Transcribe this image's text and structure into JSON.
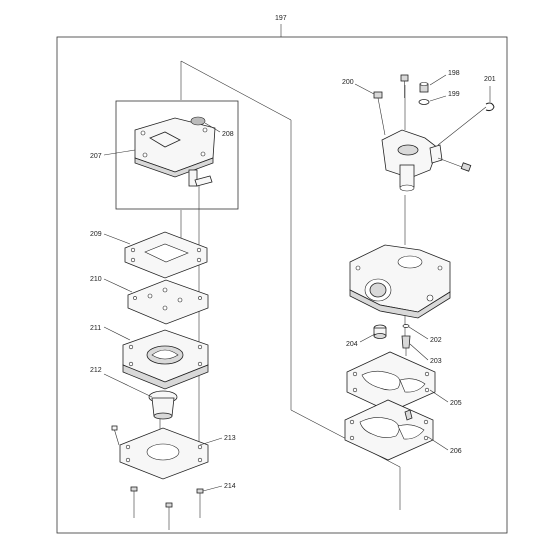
{
  "labels": {
    "l197": "197",
    "l198": "198",
    "l199": "199",
    "l200": "200",
    "l201": "201",
    "l202": "202",
    "l203": "203",
    "l204": "204",
    "l205": "205",
    "l206": "206",
    "l207": "207",
    "l208": "208",
    "l209": "209",
    "l210": "210",
    "l211": "211",
    "l212": "212",
    "l213": "213",
    "l214": "214"
  }
}
